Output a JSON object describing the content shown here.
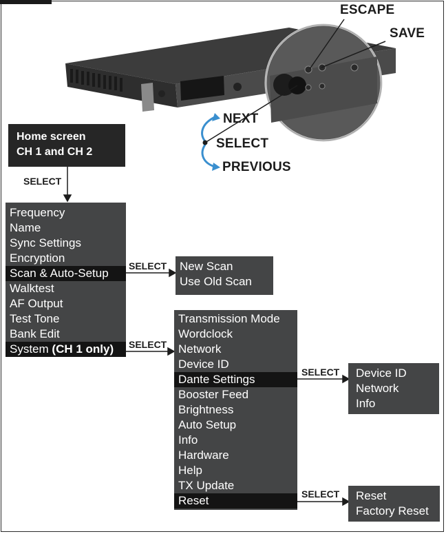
{
  "device_labels": {
    "escape": "ESCAPE",
    "save": "SAVE",
    "next": "NEXT",
    "select": "SELECT",
    "previous": "PREVIOUS"
  },
  "home_screen": {
    "line1": "Home screen",
    "line2": "CH 1 and CH 2"
  },
  "select_label": "SELECT",
  "main_menu": [
    "Frequency",
    "Name",
    "Sync Settings",
    "Encryption",
    "Scan & Auto-Setup",
    "Walktest",
    "AF Output",
    "Test Tone",
    "Bank Edit",
    "System (CH 1 only)"
  ],
  "main_menu_system": {
    "prefix": "System ",
    "bold": "(CH 1 only)"
  },
  "scan_menu": [
    "New Scan",
    "Use Old Scan"
  ],
  "system_menu": [
    "Transmission Mode",
    "Wordclock",
    "Network",
    "Device ID",
    "Dante Settings",
    "Booster Feed",
    "Brightness",
    "Auto Setup",
    "Info",
    "Hardware",
    "Help",
    "TX Update",
    "Reset"
  ],
  "dante_menu": [
    "Device ID",
    "Network",
    "Info"
  ],
  "reset_menu": [
    "Reset",
    "Factory Reset"
  ],
  "colors": {
    "menu_bg": "#444546",
    "highlight_bg": "#141414",
    "home_bg": "#262626",
    "accent_blue": "#3a8fcf",
    "text": "#1c1c1c"
  }
}
